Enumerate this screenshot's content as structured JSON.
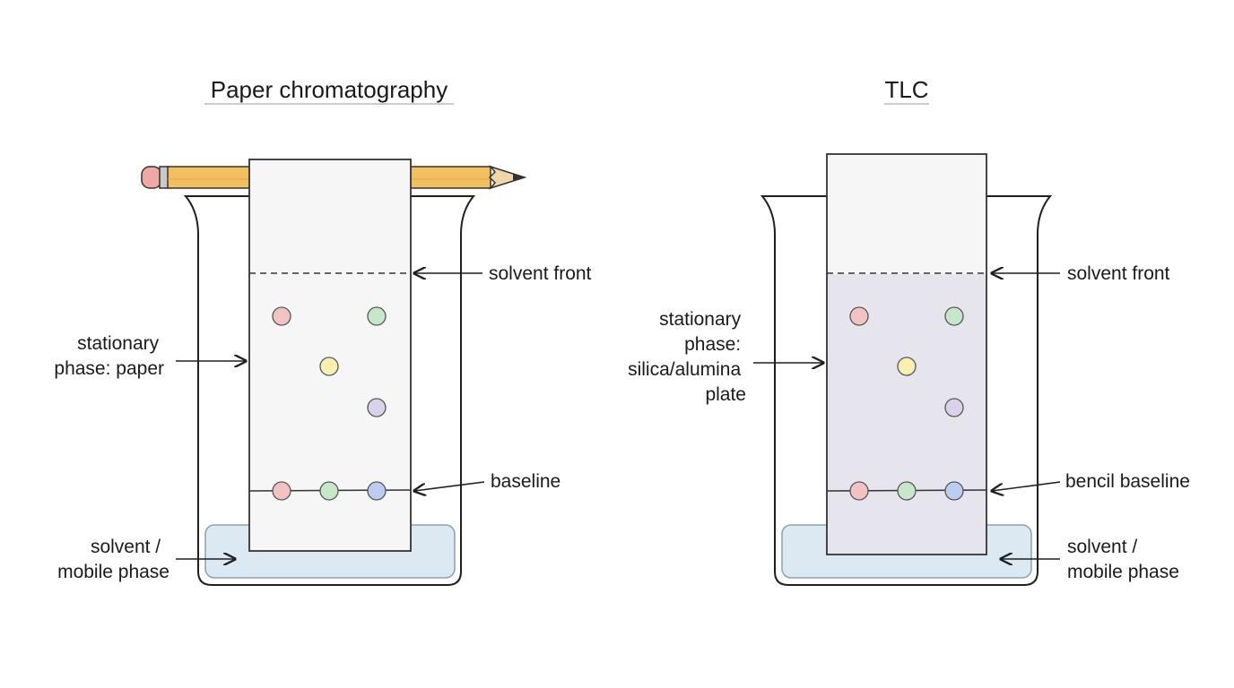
{
  "paper": {
    "title": "Paper chromatography",
    "label_solvent_front": "solvent front",
    "label_stationary": [
      "stationary",
      "phase: paper"
    ],
    "label_baseline": "baseline",
    "label_solvent": [
      "solvent /",
      "mobile phase"
    ]
  },
  "tlc": {
    "title": "TLC",
    "label_solvent_front": "solvent front",
    "label_stationary": [
      "stationary",
      "phase:",
      "silica/alumina",
      "plate"
    ],
    "label_baseline": "bencil baseline",
    "label_solvent": [
      "solvent /",
      "mobile phase"
    ]
  },
  "colors": {
    "solvent_fill": "#dde9f2",
    "paper_fill": "#f6f6f6",
    "plate_fill": "#e3e1ea",
    "pencil_body": "#f2c063",
    "pencil_eraser": "#f0a7a8",
    "spot_red": "#f3c3c3",
    "spot_green": "#c8e6c9",
    "spot_yellow": "#f9efb0",
    "spot_purple": "#d9d2ea",
    "spot_blue": "#bccdf0"
  }
}
